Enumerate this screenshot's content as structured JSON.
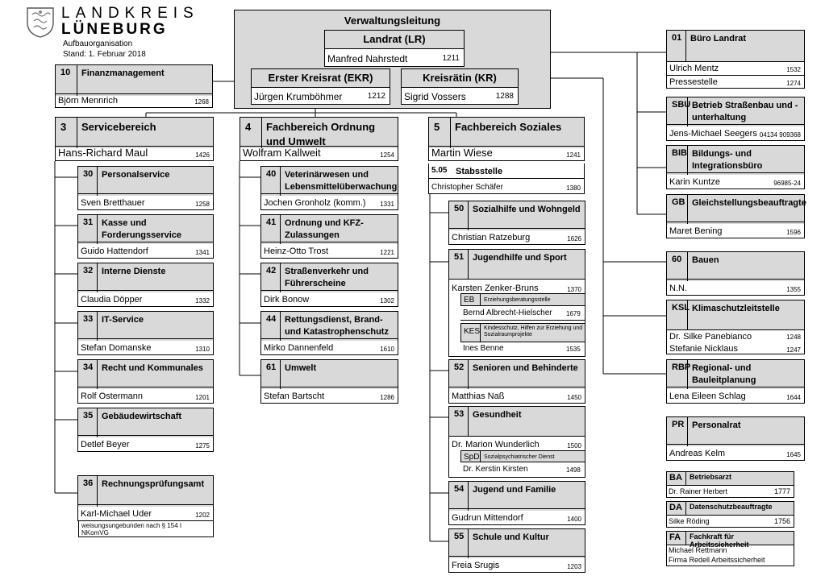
{
  "header": {
    "logo_icon": "coat-of-arms-icon",
    "title_line1": "LANDKREIS",
    "title_line2": "LÜNEBURG",
    "subtitle": "Aufbauorganisation",
    "date": "Stand: 1. Februar 2018"
  },
  "leadership": {
    "title": "Verwaltungsleitung",
    "landrat": {
      "title": "Landrat (LR)",
      "name": "Manfred Nahrstedt",
      "tel": "1211"
    },
    "ekr": {
      "title": "Erster Kreisrat (EKR)",
      "name": "Jürgen Krumböhmer",
      "tel": "1212"
    },
    "kr": {
      "title": "Kreisrätin (KR)",
      "name": "Sigrid Vossers",
      "tel": "1288"
    }
  },
  "finance": {
    "code": "10",
    "title": "Finanzmanagement",
    "name": "Björn Mennrich",
    "tel": "1268"
  },
  "fb3": {
    "code": "3",
    "title": "Servicebereich",
    "name": "Hans-Richard Maul",
    "tel": "1426",
    "units": [
      {
        "code": "30",
        "title": "Personalservice",
        "name": "Sven Bretthauer",
        "tel": "1258"
      },
      {
        "code": "31",
        "title": "Kasse und Forderungsservice",
        "name": "Guido Hattendorf",
        "tel": "1341"
      },
      {
        "code": "32",
        "title": "Interne Dienste",
        "name": "Claudia Döpper",
        "tel": "1332"
      },
      {
        "code": "33",
        "title": "IT-Service",
        "name": "Stefan Domanske",
        "tel": "1310"
      },
      {
        "code": "34",
        "title": "Recht und Kommunales",
        "name": "Rolf Ostermann",
        "tel": "1201"
      },
      {
        "code": "35",
        "title": "Gebäudewirtschaft",
        "name": "Detlef Beyer",
        "tel": "1275"
      },
      {
        "code": "36",
        "title": "Rechnungsprüfungsamt",
        "name": "Karl-Michael Uder",
        "tel": "1202"
      }
    ],
    "note": "weisungsungebunden nach § 154 I NKomVG"
  },
  "fb4": {
    "code": "4",
    "title": "Fachbereich Ordnung und Umwelt",
    "name": "Wolfram Kallweit",
    "tel": "1254",
    "units": [
      {
        "code": "40",
        "title": "Veterinärwesen und Lebensmittelüberwachung",
        "name": "Jochen Gronholz (komm.)",
        "tel": "1331"
      },
      {
        "code": "41",
        "title": "Ordnung und KFZ-Zulassungen",
        "name": "Heinz-Otto Trost",
        "tel": "1221"
      },
      {
        "code": "42",
        "title": "Straßenverkehr und Führerscheine",
        "name": "Dirk Bonow",
        "tel": "1302"
      },
      {
        "code": "44",
        "title": "Rettungsdienst, Brand- und Katastrophenschutz",
        "name": "Mirko Dannenfeld",
        "tel": "1610"
      },
      {
        "code": "61",
        "title": "Umwelt",
        "name": "Stefan Bartscht",
        "tel": "1286"
      }
    ]
  },
  "fb5": {
    "code": "5",
    "title": "Fachbereich Soziales",
    "name": "Martin Wiese",
    "tel": "1241",
    "staff": {
      "code": "5.05",
      "title": "Stabsstelle",
      "name": "Christopher Schäfer",
      "tel": "1380"
    },
    "units": [
      {
        "code": "50",
        "title": "Sozialhilfe und Wohngeld",
        "name": "Christian Ratzeburg",
        "tel": "1626"
      },
      {
        "code": "51",
        "title": "Jugendhilfe und Sport",
        "name": "Karsten Zenker-Bruns",
        "tel": "1370"
      },
      {
        "code": "52",
        "title": "Senioren und Behinderte",
        "name": "Matthias Naß",
        "tel": "1450"
      },
      {
        "code": "53",
        "title": "Gesundheit",
        "name": "Dr. Marion Wunderlich",
        "tel": "1500"
      },
      {
        "code": "54",
        "title": "Jugend und Familie",
        "name": "Gudrun Mittendorf",
        "tel": "1400"
      },
      {
        "code": "55",
        "title": "Schule und Kultur",
        "name": "Freia Srugis",
        "tel": "1203"
      }
    ],
    "eb": {
      "code": "EB",
      "title": "Erziehungsberatungsstelle",
      "name": "Bernd Albrecht-Hielscher",
      "tel": "1679"
    },
    "kes": {
      "code": "KES",
      "title": "Kindesschutz, Hilfen zur Erziehung und Sozialraumprojekte",
      "name": "Ines Benne",
      "tel": "1535"
    },
    "spd": {
      "code": "SpD",
      "title": "Sozialpsychiatrischer Dienst",
      "name": "Dr. Kerstin Kirsten",
      "tel": "1498"
    }
  },
  "right": {
    "buero": {
      "code": "01",
      "title": "Büro Landrat",
      "name1": "Ulrich Mentz",
      "tel1": "1532",
      "name2": "Pressestelle",
      "tel2": "1274"
    },
    "sbu": {
      "code": "SBU",
      "title": "Betrieb Straßenbau und -unterhaltung",
      "name": "Jens-Michael Seegers",
      "tel": "04134 909368"
    },
    "bib": {
      "code": "BIB",
      "title": "Bildungs- und Integrationsbüro",
      "name": "Karin Kuntze",
      "tel": "96985-24"
    },
    "gb": {
      "code": "GB",
      "title": "Gleichstellungsbeauftragte",
      "name": "Maret Bening",
      "tel": "1596"
    },
    "bauen": {
      "code": "60",
      "title": "Bauen",
      "name": "N.N.",
      "tel": "1355"
    },
    "ksl": {
      "code": "KSL",
      "title": "Klimaschutzleitstelle",
      "name1": "Dr. Silke Panebianco",
      "tel1": "1248",
      "name2": "Stefanie Nicklaus",
      "tel2": "1247"
    },
    "rbp": {
      "code": "RBP",
      "title": "Regional- und Bauleitplanung",
      "name": "Lena Eileen Schlag",
      "tel": "1644"
    },
    "pr": {
      "code": "PR",
      "title": "Personalrat",
      "name": "Andreas Kelm",
      "tel": "1645"
    },
    "ba": {
      "code": "BA",
      "title": "Betriebsarzt",
      "name": "Dr. Rainer Herbert",
      "tel": "1777"
    },
    "da": {
      "code": "DA",
      "title": "Datenschutzbeauftragte",
      "name": "Silke Röding",
      "tel": "1756"
    },
    "fa": {
      "code": "FA",
      "title": "Fachkraft für Arbeitssicherheit",
      "name1": "Michael Rettmann",
      "name2": "Firma Redell Arbeitssicherheit"
    }
  }
}
